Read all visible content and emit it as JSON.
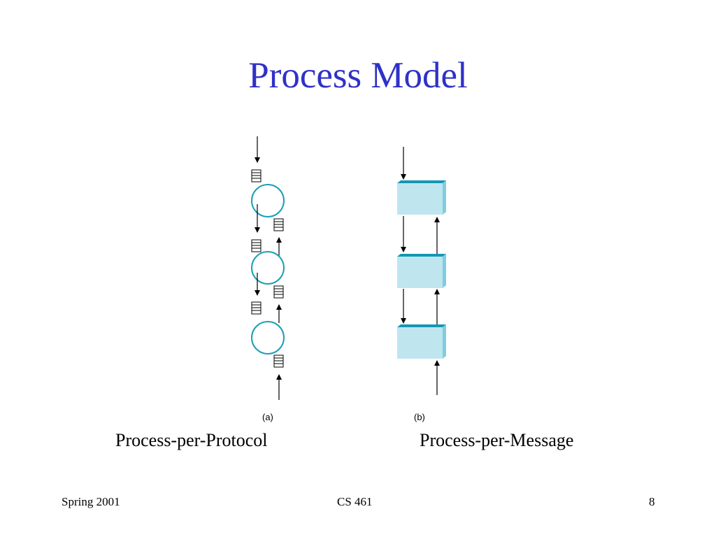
{
  "slide": {
    "title": "Process Model"
  },
  "diagram": {
    "panel_a_label": "(a)",
    "panel_b_label": "(b)",
    "caption_a": "Process-per-Protocol",
    "caption_b": "Process-per-Message",
    "circle_count": 3,
    "box_count": 3,
    "colors": {
      "circle_stroke": "#1a9fb5",
      "box_fill": "#bfe6ef",
      "box_top": "#1397b5",
      "box_side": "#7fcde0",
      "title": "#2f31c8"
    }
  },
  "footer": {
    "left": "Spring 2001",
    "center": "CS 461",
    "right": "8"
  }
}
